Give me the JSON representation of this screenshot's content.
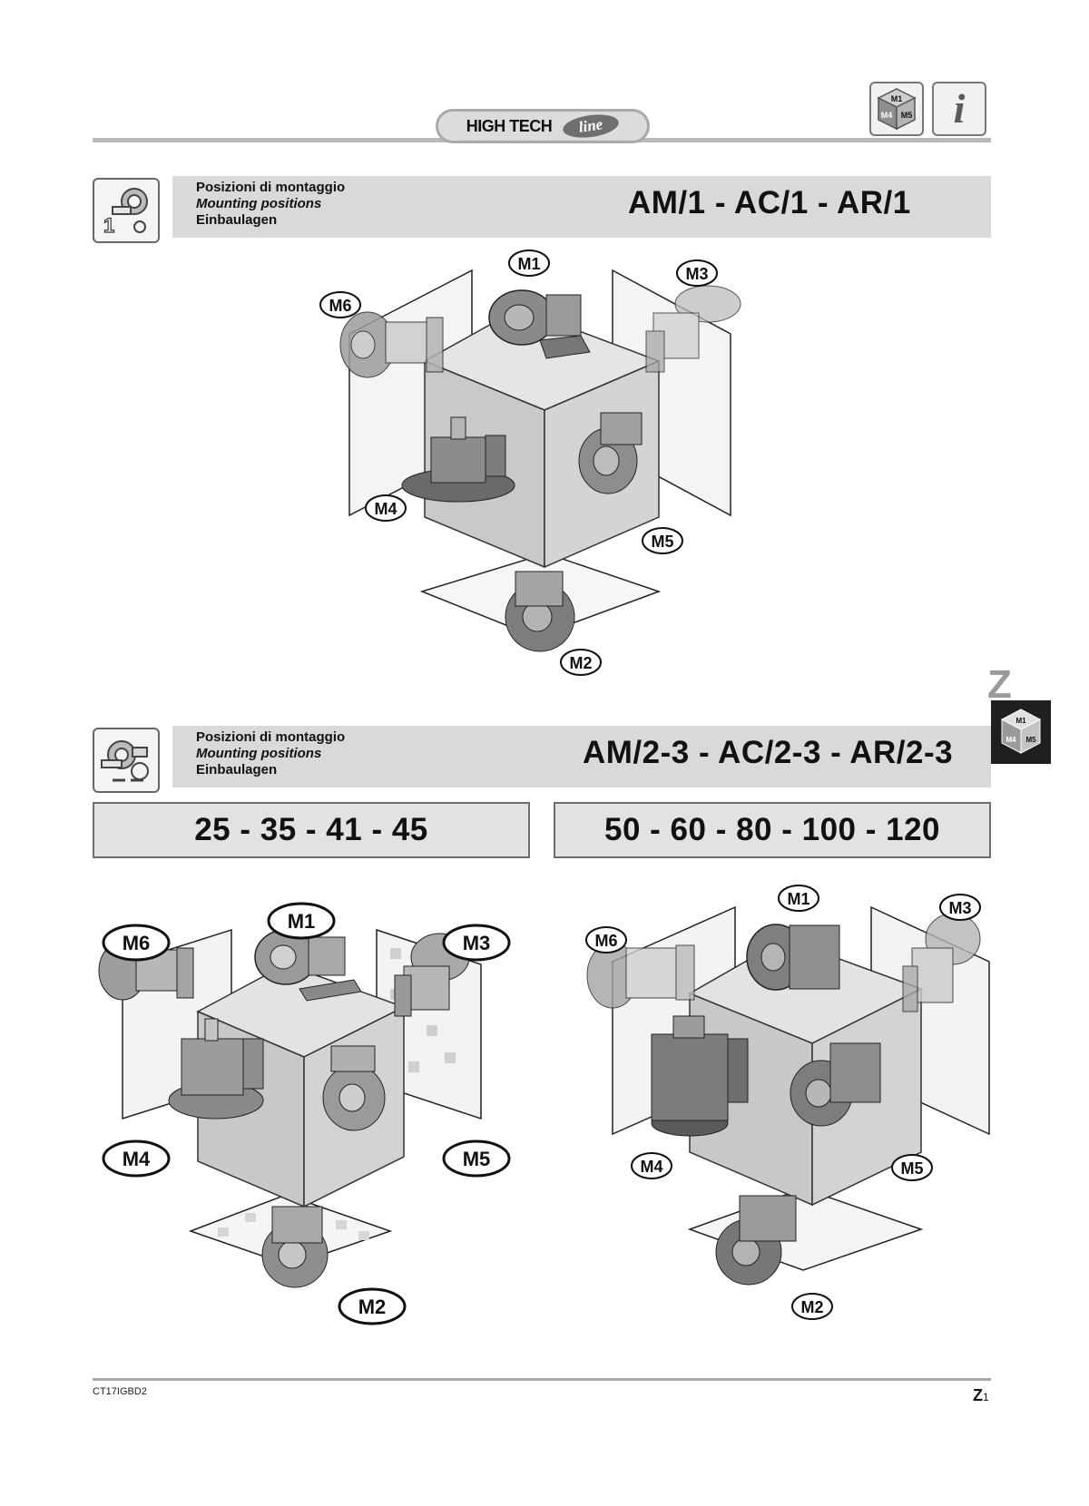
{
  "header": {
    "brand_text": "HIGH TECH",
    "brand_logo_text": "line",
    "mounting_icon_labels": [
      "M1",
      "M4",
      "M5"
    ],
    "info_glyph": "i"
  },
  "section1": {
    "icon_label": "1",
    "label_it": "Posizioni di montaggio",
    "label_en": "Mounting positions",
    "label_de": "Einbaulagen",
    "title": "AM/1 - AC/1 - AR/1",
    "positions": {
      "m1": "M1",
      "m2": "M2",
      "m3": "M3",
      "m4": "M4",
      "m5": "M5",
      "m6": "M6"
    }
  },
  "side_tab": {
    "letter": "Z",
    "icon_labels": [
      "M1",
      "M4",
      "M5"
    ]
  },
  "section2": {
    "label_it": "Posizioni di montaggio",
    "label_en": "Mounting positions",
    "label_de": "Einbaulagen",
    "title": "AM/2-3 - AC/2-3 - AR/2-3",
    "size_left": "25 - 35 - 41 - 45",
    "size_right": "50 - 60 - 80 - 100 - 120",
    "positions_left": {
      "m1": "M1",
      "m2": "M2",
      "m3": "M3",
      "m4": "M4",
      "m5": "M5",
      "m6": "M6"
    },
    "positions_right": {
      "m1": "M1",
      "m2": "M2",
      "m3": "M3",
      "m4": "M4",
      "m5": "M5",
      "m6": "M6"
    }
  },
  "footer": {
    "doc_code": "CT17IGBD2",
    "page_letter": "Z",
    "page_number": "1"
  }
}
